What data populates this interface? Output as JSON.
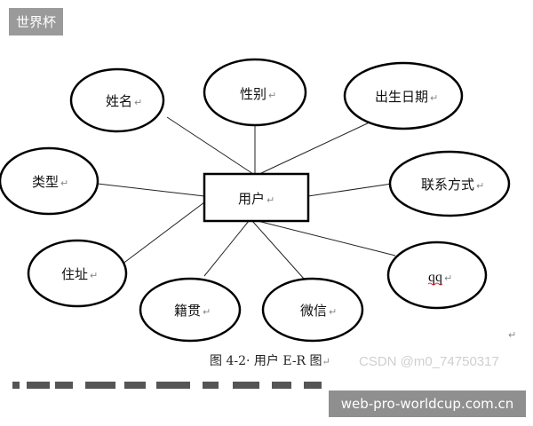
{
  "watermark_top": "世界杯",
  "watermark_bottom": "web-pro-worldcup.com.cn",
  "csdn_watermark": "CSDN @m0_74750317",
  "caption": "图 4-2· 用户 E-R 图",
  "return_mark": "↵",
  "entity": {
    "label": "用户"
  },
  "attributes": [
    {
      "id": "name",
      "label": "姓名"
    },
    {
      "id": "gender",
      "label": "性别"
    },
    {
      "id": "birthdate",
      "label": "出生日期"
    },
    {
      "id": "type",
      "label": "类型"
    },
    {
      "id": "contact",
      "label": "联系方式"
    },
    {
      "id": "address",
      "label": "住址"
    },
    {
      "id": "qq",
      "label": "qq"
    },
    {
      "id": "native-place",
      "label": "籍贯"
    },
    {
      "id": "wechat",
      "label": "微信"
    }
  ]
}
